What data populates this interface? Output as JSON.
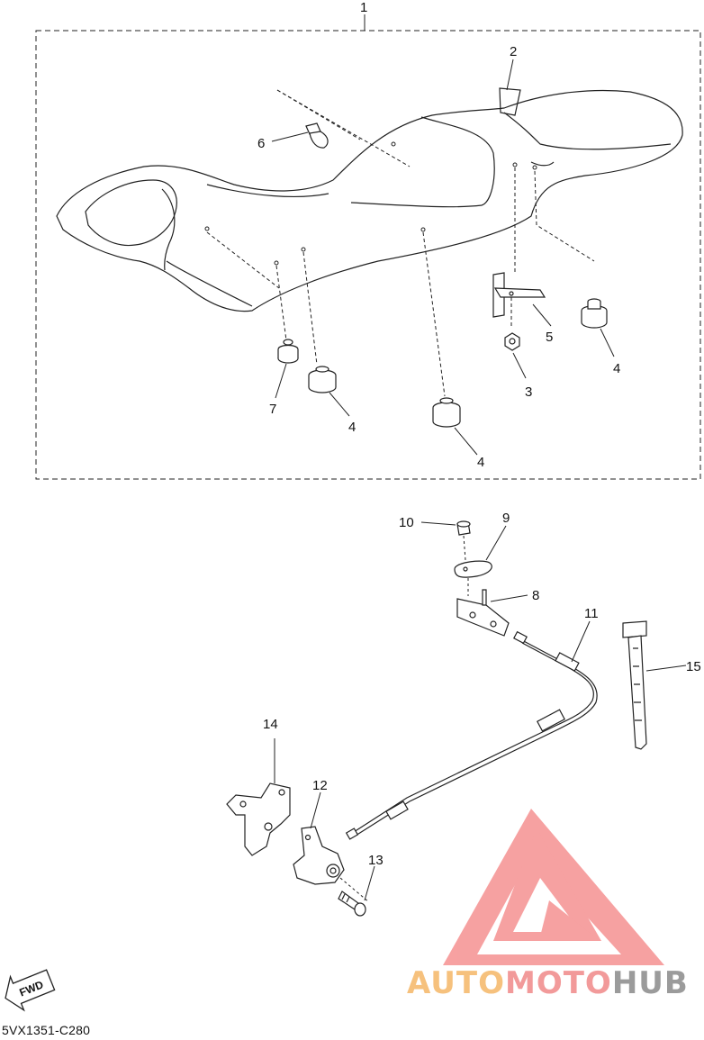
{
  "diagram": {
    "assembly_callout": "1",
    "callouts": [
      {
        "id": "c2",
        "label": "2"
      },
      {
        "id": "c3",
        "label": "3"
      },
      {
        "id": "c4a",
        "label": "4"
      },
      {
        "id": "c4b",
        "label": "4"
      },
      {
        "id": "c4c",
        "label": "4"
      },
      {
        "id": "c5",
        "label": "5"
      },
      {
        "id": "c6",
        "label": "6"
      },
      {
        "id": "c7",
        "label": "7"
      },
      {
        "id": "c8",
        "label": "8"
      },
      {
        "id": "c9",
        "label": "9"
      },
      {
        "id": "c10",
        "label": "10"
      },
      {
        "id": "c11",
        "label": "11"
      },
      {
        "id": "c12",
        "label": "12"
      },
      {
        "id": "c13",
        "label": "13"
      },
      {
        "id": "c14",
        "label": "14"
      },
      {
        "id": "c15",
        "label": "15"
      }
    ],
    "fwd_label": "FWD",
    "part_code": "5VX1351-C280"
  },
  "watermark": {
    "part1": "AUTO",
    "part2": "MOTO",
    "part3": "HUB",
    "colors": {
      "logo": "#f58a8a",
      "auto": "#f6c17d",
      "moto": "#f29a9a",
      "hub": "#9b9b9b"
    }
  }
}
